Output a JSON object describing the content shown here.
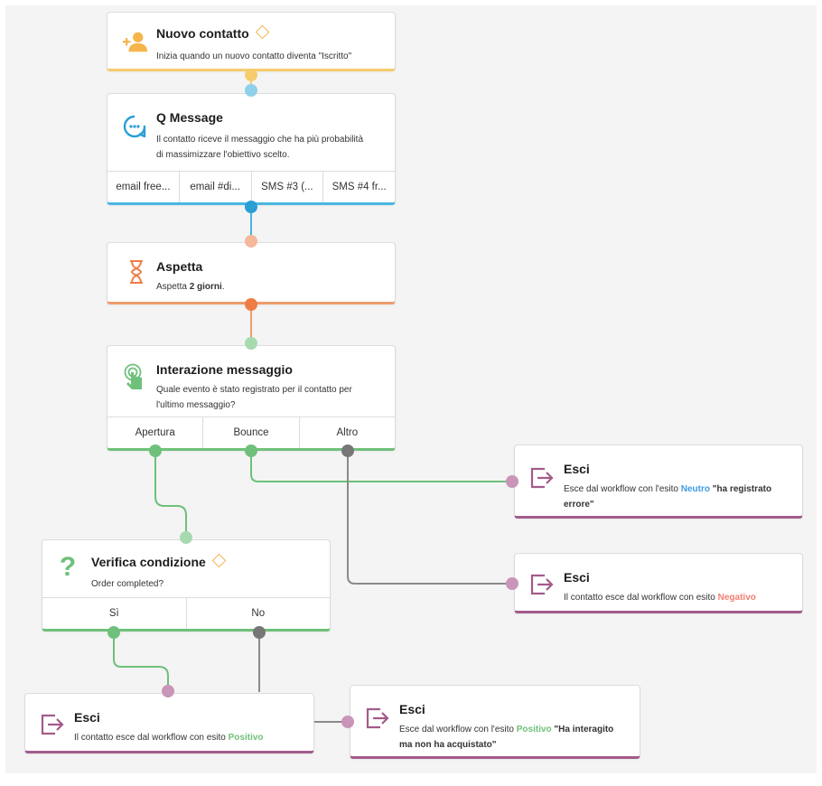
{
  "colors": {
    "trigger": "#f6cd6c",
    "message": "#49b6e0",
    "wait": "#ee9c6e",
    "interaction": "#6fc07a",
    "exit": "#a35b8b",
    "neutro": "#3d9de4",
    "negativo": "#ef7f73",
    "positivo": "#6fc07a",
    "gray_link": "#8a8a8a"
  },
  "nodes": {
    "trigger": {
      "icon": "add-user-icon",
      "title": "Nuovo contatto",
      "description": "Inizia quando un nuovo contatto diventa \"Iscritto\""
    },
    "qmessage": {
      "icon": "q-message-icon",
      "title": "Q Message",
      "description": "Il contatto riceve il messaggio che ha più probabilità di massimizzare l'obiettivo scelto.",
      "outputs": [
        "email free...",
        "email #di...",
        "SMS #3 (...",
        "SMS #4 fr..."
      ]
    },
    "wait": {
      "icon": "hourglass-icon",
      "title": "Aspetta",
      "description_prefix": "Aspetta ",
      "description_bold": "2 giorni",
      "description_suffix": "."
    },
    "interaction": {
      "icon": "touch-icon",
      "title": "Interazione messaggio",
      "description": "Quale evento è stato registrato per il contatto per l'ultimo messaggio?",
      "outputs": [
        "Apertura",
        "Bounce",
        "Altro"
      ]
    },
    "condition": {
      "icon": "question-mark-icon",
      "title": "Verifica condizione",
      "description": "Order completed?",
      "outputs": [
        "Sì",
        "No"
      ]
    },
    "exit_neutro": {
      "icon": "exit-icon",
      "title": "Esci",
      "text_prefix": "Esce dal workflow con l'esito ",
      "outcome": "Neutro",
      "text_suffix": " \"ha registrato errore\""
    },
    "exit_negativo": {
      "icon": "exit-icon",
      "title": "Esci",
      "text_prefix": "Il contatto esce dal workflow con esito ",
      "outcome": "Negativo"
    },
    "exit_positivo": {
      "icon": "exit-icon",
      "title": "Esci",
      "text_prefix": "Il contatto esce dal workflow con esito ",
      "outcome": "Positivo"
    },
    "exit_positivo2": {
      "icon": "exit-icon",
      "title": "Esci",
      "text_prefix": "Esce dal workflow con l'esito ",
      "outcome": "Positivo",
      "text_suffix": " \"Ha interagito ma non ha acquistato\""
    }
  }
}
